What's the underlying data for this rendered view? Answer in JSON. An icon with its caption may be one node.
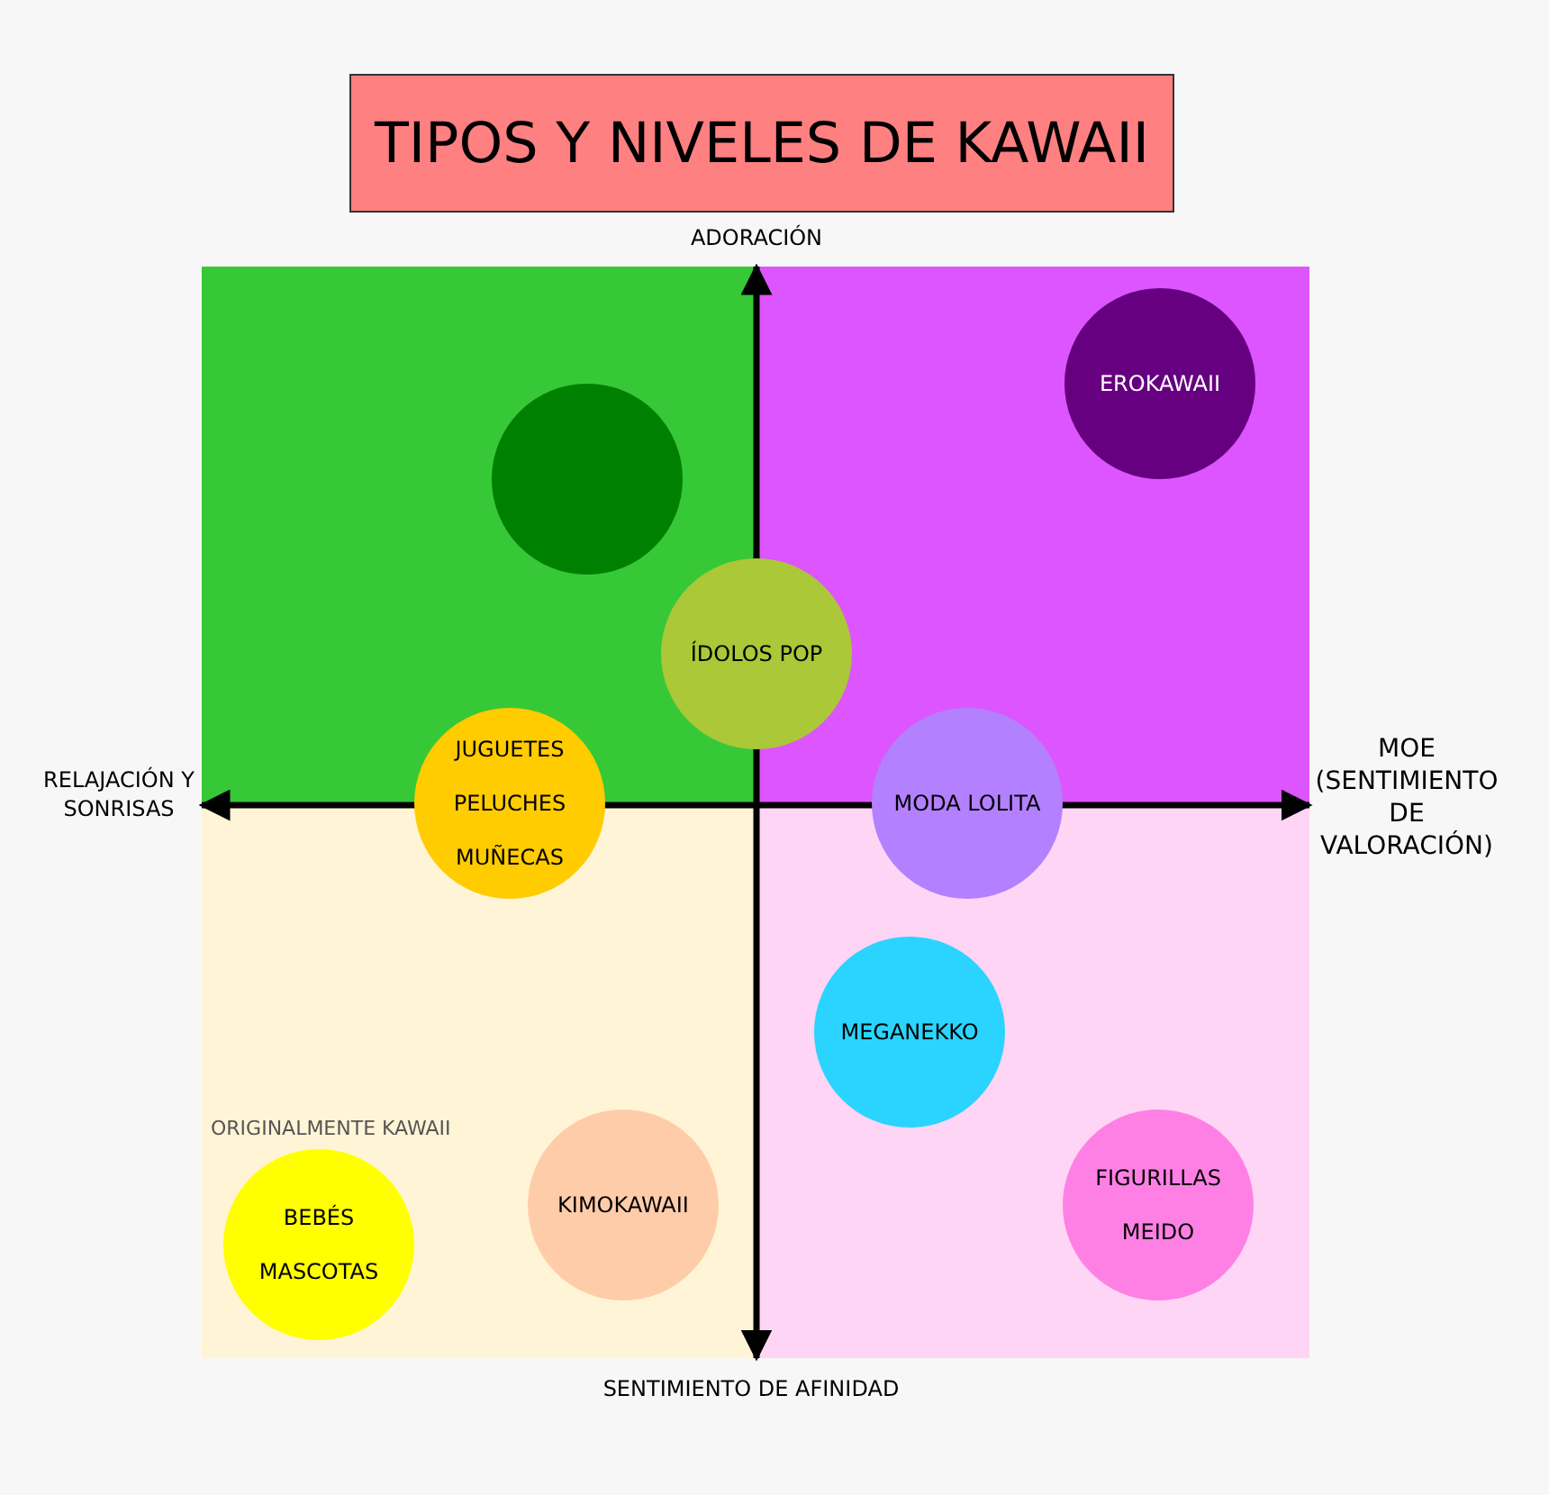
{
  "diagram": {
    "title": "TIPOS Y NIVELES DE KAWAII",
    "nodes": [
      {
        "text": [
          "EROKAWAII"
        ]
      },
      {
        "text": [],
        "shape": "circle"
      },
      {
        "text": [
          "ÍDOLOS POP"
        ]
      },
      {
        "text": [
          "JUGUETES",
          "PELUCHES",
          "MUÑECAS"
        ]
      },
      {
        "text": [
          "MODA LOLITA"
        ]
      },
      {
        "text": [
          "MEGANEKKO"
        ]
      },
      {
        "text": [
          "BEBÉS",
          "MASCOTAS"
        ],
        "beside": [
          "ORIGINALMENTE KAWAII"
        ]
      },
      {
        "text": [
          "KIMOKAWAII"
        ]
      },
      {
        "text": [
          "FIGURILLAS",
          "MEIDO"
        ]
      }
    ],
    "labels": [
      "ADORACIÓN",
      "RELAJACIÓN Y SONRISAS",
      "MOE (SENTIMIENTO DE VALORACIÓN)",
      "SENTIMIENTO DE AFINIDAD"
    ]
  }
}
